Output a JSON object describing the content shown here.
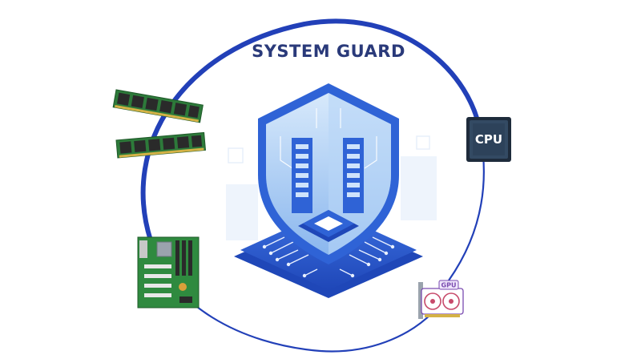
{
  "title": "SYSTEM GUARD",
  "cpu_label": "CPU",
  "gpu_label": "GPU",
  "icons": [
    "ram-modules-icon",
    "cpu-chip-icon",
    "motherboard-icon",
    "graphics-card-icon",
    "shield-circuit-icon"
  ],
  "colors": {
    "ring": "#2240b8",
    "title": "#2a3a7a",
    "shield_primary": "#2f63d6",
    "shield_light": "#9fc6f3",
    "ram_pcb": "#2d7a3a",
    "cpu_body": "#334a63",
    "mobo_pcb": "#2f8a3f"
  }
}
